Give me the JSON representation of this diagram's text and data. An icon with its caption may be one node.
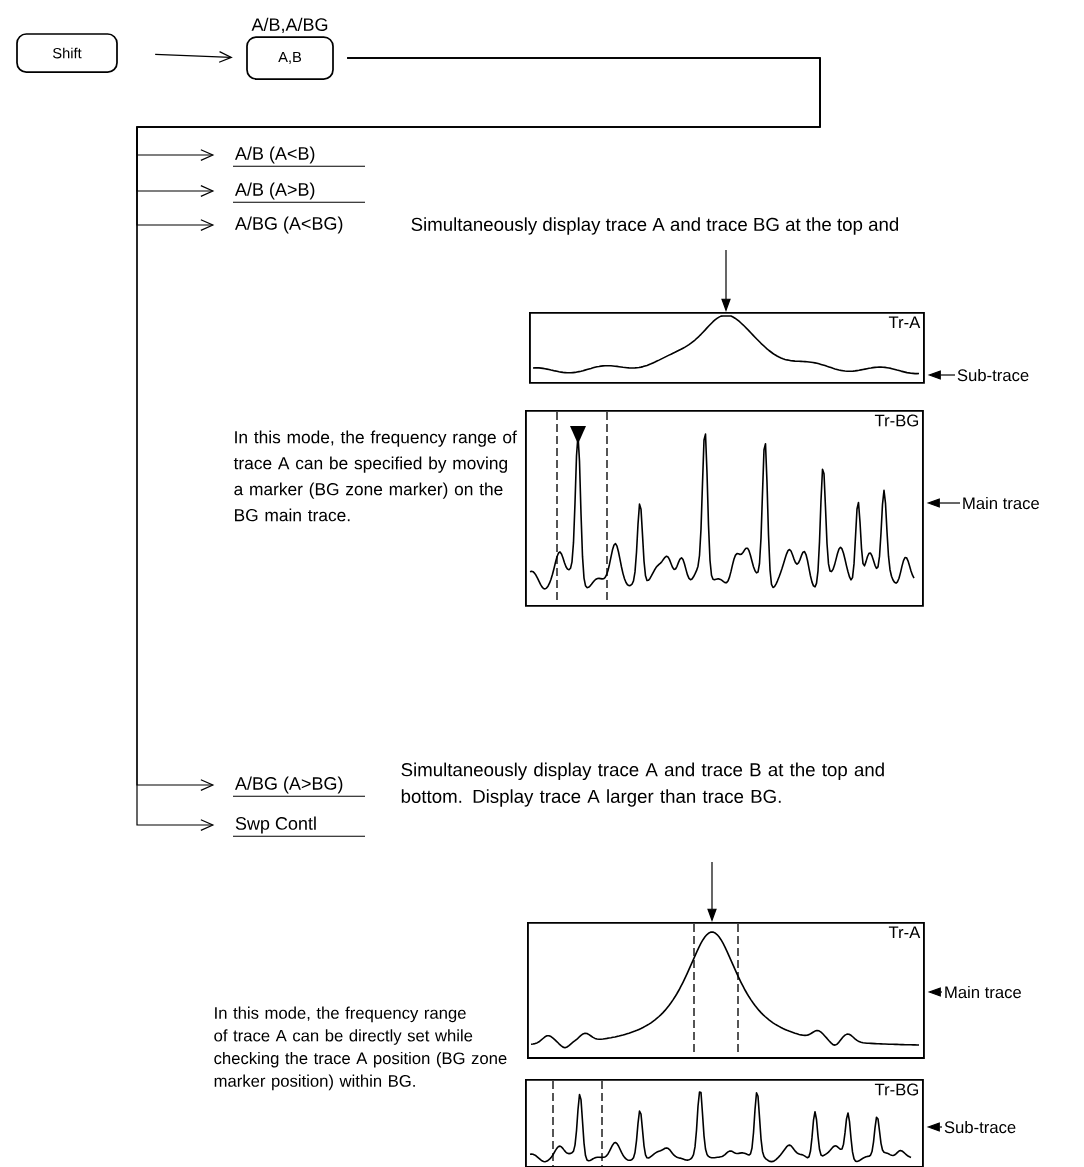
{
  "diagram": {
    "nodes": [
      {
        "text": [
          "Shift"
        ]
      },
      {
        "text": [
          "A/B,A/BG",
          "A,B"
        ]
      },
      {
        "text": [
          "A/B (A<B)"
        ]
      },
      {
        "text": [
          "A/B (A>B)"
        ]
      },
      {
        "text": [
          "A/BG (A<BG)"
        ]
      },
      {
        "text": [
          "A/BG (A>BG)"
        ]
      },
      {
        "text": [
          "Swp Contl"
        ]
      },
      {
        "text": [
          "Tr-A"
        ]
      },
      {
        "text": [
          "Tr-BG"
        ]
      },
      {
        "text": [
          "Sub-trace"
        ]
      },
      {
        "text": [
          "Main trace"
        ]
      },
      {
        "text": [
          "Tr-A"
        ]
      },
      {
        "text": [
          "Tr-BG"
        ]
      },
      {
        "text": [
          "Main trace"
        ]
      },
      {
        "text": [
          "Sub-trace"
        ]
      }
    ],
    "edges": [
      {
        "from": 0,
        "to": 1,
        "arrow": "to"
      },
      {
        "from": 1,
        "to": 2,
        "arrow": "to"
      },
      {
        "from": 1,
        "to": 3,
        "arrow": "to"
      },
      {
        "from": 1,
        "to": 4,
        "arrow": "to"
      },
      {
        "from": 1,
        "to": 5,
        "arrow": "to"
      },
      {
        "from": 1,
        "to": 6,
        "arrow": "to"
      },
      {
        "from": null,
        "to": 7,
        "arrow": "to"
      },
      {
        "from": 9,
        "to": 7,
        "arrow": "to"
      },
      {
        "from": 10,
        "to": 8,
        "arrow": "to"
      },
      {
        "from": null,
        "to": 11,
        "arrow": "to"
      },
      {
        "from": 13,
        "to": 11,
        "arrow": "to"
      },
      {
        "from": 14,
        "to": 12,
        "arrow": "to"
      }
    ],
    "labels": [
      "Simultaneously display trace A and trace BG at the top and",
      "In this mode, the frequency range of trace A can be specified by moving a marker (BG zone marker) on the BG main trace.",
      "Simultaneously display trace A and trace B at the top and bottom. Display trace A larger than trace BG.",
      "In this mode, the frequency range of trace A can be directly set while checking the trace A position (BG zone marker position) within BG."
    ]
  }
}
